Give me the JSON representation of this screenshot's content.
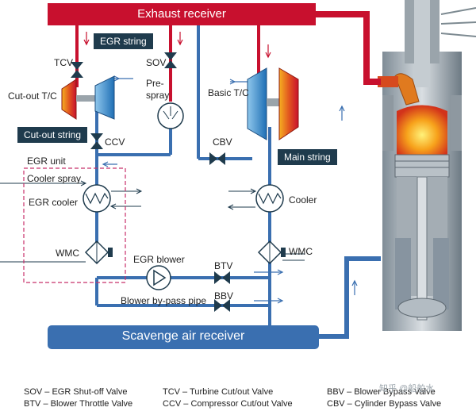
{
  "receivers": {
    "exhaust": "Exhaust receiver",
    "scavenge": "Scavenge air receiver"
  },
  "strings": {
    "egr": "EGR string",
    "cutout": "Cut-out string",
    "main": "Main string"
  },
  "components": {
    "tcv": "TCV",
    "sov": "SOV",
    "prespray_1": "Pre-",
    "prespray_2": "spray",
    "cutout_tc": "Cut-out T/C",
    "basic_tc": "Basic T/C",
    "ccv": "CCV",
    "cbv": "CBV",
    "egr_unit": "EGR unit",
    "cooler_spray": "Cooler spray",
    "egr_cooler": "EGR cooler",
    "cooler": "Cooler",
    "wmc_left": "WMC",
    "wmc_right": "WMC",
    "egr_blower": "EGR blower",
    "btv": "BTV",
    "bbv": "BBV",
    "bypass_pipe": "Blower by-pass pipe"
  },
  "legend": {
    "sov": "SOV – EGR Shut-off Valve",
    "btv": "BTV – Blower Throttle Valve",
    "tcv": "TCV – Turbine Cut/out Valve",
    "ccv": "CCV – Compressor Cut/out Valve",
    "bbv": "BBV – Blower Bypass Valve",
    "cbv": "CBV – Cylinder Bypass Valve"
  },
  "watermark": "知乎 @船舶水",
  "colors": {
    "exhaust_red": "#c8102e",
    "air_blue": "#3a6fb0",
    "tag_dark": "#1f3b4d",
    "egr_unit_border": "#c8306a"
  }
}
